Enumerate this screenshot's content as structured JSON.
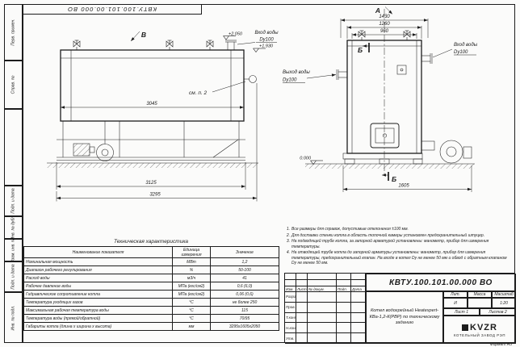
{
  "sheet": {
    "format": "Формат А3",
    "margin_labels": [
      "Перв. примен.",
      "Справ. №",
      "Подп. и дата",
      "Инв. № дубл.",
      "Взам. инв. №",
      "Подп. и дата",
      "Инв. № подл."
    ]
  },
  "side_view": {
    "view_letter": "В",
    "note_ref": "см. п. 2",
    "inlet_label": "Вход воды",
    "inlet_dn": "Dy100",
    "elev_top": "+2.050",
    "elev_pipe": "+1.930",
    "dim_body": "3045",
    "dim_frame": "3125",
    "dim_overall": "3295"
  },
  "front_view": {
    "view_letter": "А",
    "section_letter_top": "Б",
    "section_letter_bottom": "Б",
    "dim_w1": "1430",
    "dim_w2": "1260",
    "dim_w3": "960",
    "dim_base": "1605",
    "inlet_label": "Вход воды",
    "inlet_dn": "Dy100",
    "outlet_label": "Выход воды",
    "outlet_dn": "Dy100",
    "elev_zero": "0.000"
  },
  "notes": [
    {
      "num": "1.",
      "text": "Все размеры для справок, допустимые отклонения ±100 мм."
    },
    {
      "num": "2.",
      "text": "Для доставки стенки котла в область топочной камеры установлен предохранительный штуцер."
    },
    {
      "num": "3.",
      "text": "На подводящей трубе котла, за запорной арматурой установлены: манометр, прибор для измерения температуры."
    },
    {
      "num": "4.",
      "text": "На отводящей трубе котла до запорной арматуры установлены: манометр, прибор для измерения температуры, предохранительный клапан. На входе в котел Dy не менее 50 мм и обвод с обратным клапаном Dy не менее 50 мм."
    }
  ],
  "tech_table": {
    "title": "Техническая характеристика",
    "headers": {
      "name": "Наименование показателя",
      "unit": "Единица измерения",
      "value": "Значение"
    },
    "rows": [
      {
        "name": "Номинальная мощность",
        "unit": "МВт",
        "value": "1,2"
      },
      {
        "name": "Диапазон рабочего регулирования",
        "unit": "%",
        "value": "50-100"
      },
      {
        "name": "Расход воды",
        "unit": "м3/ч",
        "value": "41"
      },
      {
        "name": "Рабочее давление воды",
        "unit": "МПа (кгс/см2)",
        "value": "0,6 (6,0)"
      },
      {
        "name": "Гидравлическое сопротивление котла",
        "unit": "МПа (кгс/см2)",
        "value": "0,06 (0,6)"
      },
      {
        "name": "Температура уходящих газов",
        "unit": "°С",
        "value": "не более 250"
      },
      {
        "name": "Максимальная рабочая температура воды",
        "unit": "°С",
        "value": "115"
      },
      {
        "name": "Температура воды (прямой/обратной)",
        "unit": "°С",
        "value": "70/95"
      },
      {
        "name": "Габариты котла (длина х ширина х высота)",
        "unit": "мм",
        "value": "3295х1605х2050"
      }
    ]
  },
  "title_block": {
    "doc_number": "КВТУ.100.101.00.000 ВО",
    "product_title": "Котел водогрейный Heatexpert-КВа-1,2-К(РВР) по техническому заданию",
    "columns": [
      "Изм.",
      "Лист",
      "№ докум.",
      "Подп.",
      "Дата"
    ],
    "roles": [
      "Разраб.",
      "Пров.",
      "Т.контр.",
      "Н.контр.",
      "Утв."
    ],
    "lit_label": "Лит.",
    "mass_label": "Масса",
    "scale_label": "Масштаб",
    "lit_value": "И",
    "mass_value": "",
    "scale_value": "1:20",
    "sheet_label": "Лист",
    "sheet_value": "1",
    "sheets_label": "Листов",
    "sheets_value": "2",
    "company_name": "KVZR",
    "company_sub": "КОТЕЛЬНЫЙ ЗАВОД РЭП"
  }
}
